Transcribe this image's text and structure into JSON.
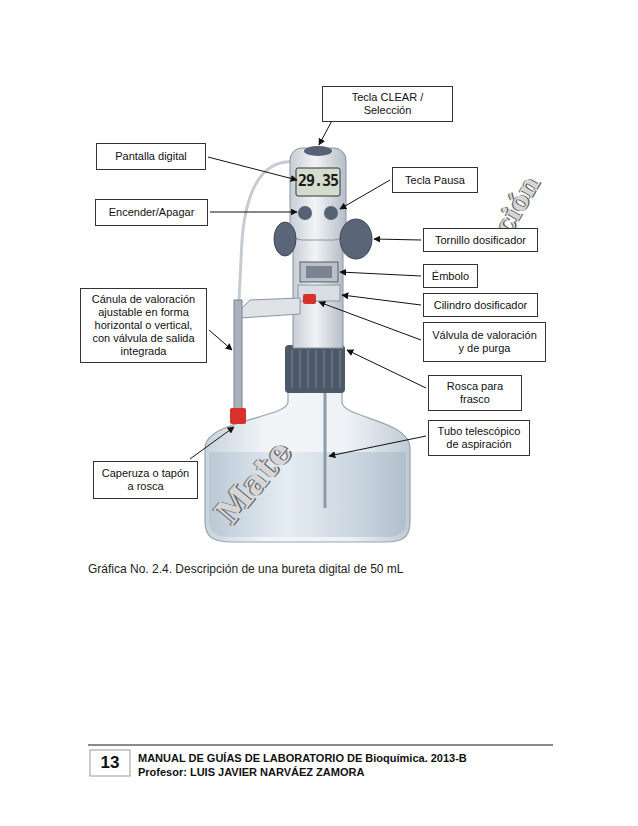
{
  "diagram": {
    "caption": "Gráfica No. 2.4. Descripción de una bureta digital de 50 mL",
    "nodes": [
      {
        "text": [
          "Tecla CLEAR / Selección"
        ]
      },
      {
        "text": [
          "Pantalla digital"
        ]
      },
      {
        "text": [
          "Tecla Pausa"
        ]
      },
      {
        "text": [
          "Encender/Apagar"
        ]
      },
      {
        "text": [
          "Tornillo dosificador"
        ]
      },
      {
        "text": [
          "Émbolo"
        ]
      },
      {
        "text": [
          "Cánula de valoración ajustable en forma horizontal o vertical, con válvula de salida integrada"
        ]
      },
      {
        "text": [
          "Cilindro dosificador"
        ]
      },
      {
        "text": [
          "Válvula de valoración y de purga"
        ]
      },
      {
        "text": [
          "Rosca para frasco"
        ]
      },
      {
        "text": [
          "Tubo telescópico de aspiración"
        ]
      },
      {
        "text": [
          "Caperuza o tapón a rosca"
        ]
      }
    ],
    "labels": [
      "29.35",
      "Mate",
      "ción",
      "13",
      "MANUAL DE GUÍAS DE LABORATORIO DE Bioquímica. 2013-B",
      "Profesor: LUIS JAVIER NARVÁEZ ZAMORA"
    ]
  }
}
